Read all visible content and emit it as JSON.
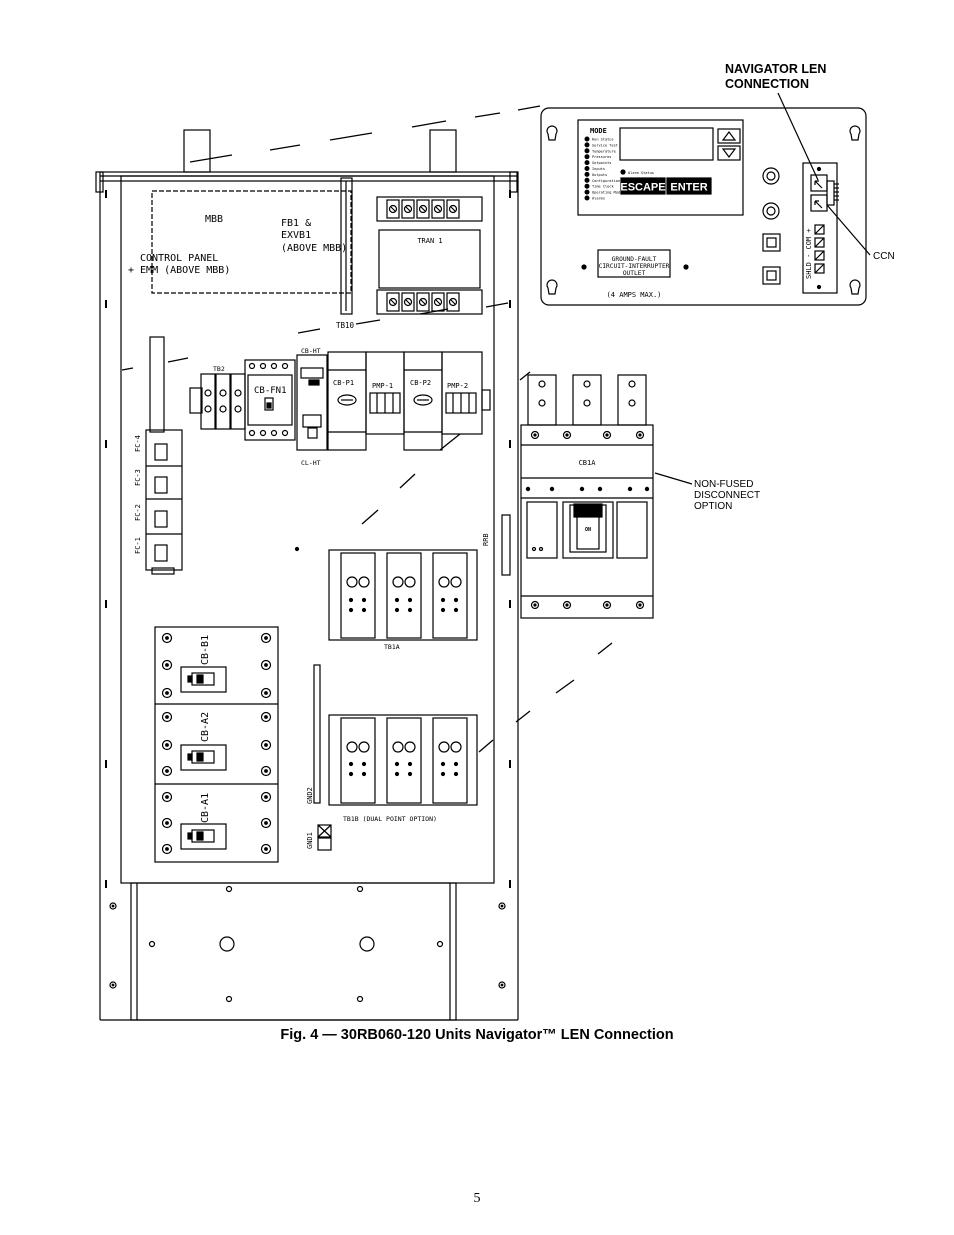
{
  "caption": "Fig. 4 — 30RB060-120 Units Navigator™ LEN Connection",
  "page_number": "5",
  "callouts": {
    "navigator_len_line1": "NAVIGATOR LEN",
    "navigator_len_line2": "CONNECTION",
    "ccn": "CCN",
    "non_fused_line1": "NON-FUSED",
    "non_fused_line2": "DISCONNECT",
    "non_fused_line3": "OPTION"
  },
  "navigator": {
    "mode_title": "MODE",
    "mode_items": [
      "Run Status",
      "Service Test",
      "Temperature",
      "Pressures",
      "Setpoints",
      "Inputs",
      "Outputs",
      "Configuration",
      "Time Clock",
      "Operating Modes",
      "Alarms"
    ],
    "alarm_status": "Alarm Status",
    "escape_label": "ESCAPE",
    "enter_label": "ENTER",
    "gfci_line1": "GROUND-FAULT",
    "gfci_line2": "CIRCUIT-INTERRUPTER",
    "gfci_line3": "OUTLET",
    "gfci_rating": "(4 AMPS MAX.)",
    "terminal_label": "SHLD - COM +"
  },
  "panel": {
    "mbb": "MBB",
    "fb1_line1": "FB1 &",
    "fb1_line2": "EXVB1",
    "fb1_line3": "(ABOVE MBB)",
    "control_line1": "CONTROL PANEL",
    "control_line2": "+ EMM (ABOVE MBB)",
    "tran1": "TRAN 1",
    "tb10": "TB10",
    "tb2": "TB2",
    "cb_fn1": "CB-FN1",
    "cb_ht": "CB-HT",
    "cl_ht": "CL-HT",
    "cb_p1": "CB-P1",
    "pmp1": "PMP-1",
    "cb_p2": "CB-P2",
    "pmp2": "PMP-2",
    "fc4": "FC-4",
    "fc3": "FC-3",
    "fc2": "FC-2",
    "fc1": "FC-1",
    "rrb": "RRB",
    "cb1a": "CB1A",
    "on": "ON",
    "tb1a": "TB1A",
    "tb1b": "TB1B (DUAL POINT OPTION)",
    "cb_b1": "CB-B1",
    "cb_a2": "CB-A2",
    "cb_a1": "CB-A1",
    "gnd2": "GND2",
    "gnd1": "GND1"
  }
}
